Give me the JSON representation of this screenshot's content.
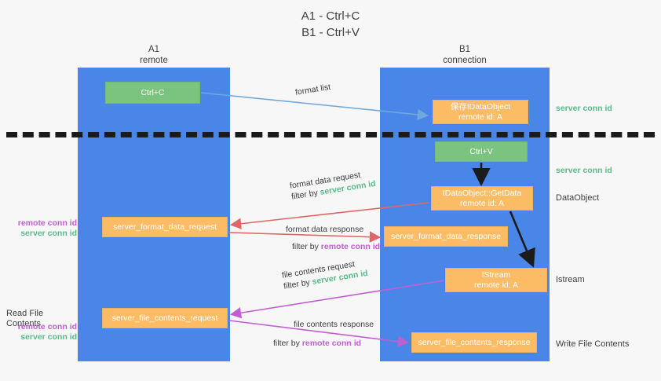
{
  "title": {
    "line1": "A1 - Ctrl+C",
    "line2": "B1 - Ctrl+V"
  },
  "lanes": [
    {
      "id": "A1",
      "name": "A1",
      "subtitle": "remote",
      "color": "#4a86e8"
    },
    {
      "id": "B1",
      "name": "B1",
      "subtitle": "connection",
      "color": "#4a86e8"
    }
  ],
  "colors": {
    "lane": "#4a86e8",
    "green_box": "#7bc47f",
    "orange_box": "#fbbc65",
    "server_conn_id": "#57bb8a",
    "remote_conn_id": "#c15fd0",
    "arrow_blue": "#6fa8dc",
    "arrow_red": "#e06666",
    "arrow_magenta": "#c15fd0",
    "arrow_black": "#1b1b1b",
    "divider": "#1b1b1b",
    "background": "#f7f7f7"
  },
  "nodes": [
    {
      "key": "ctrl_c",
      "line1": "Ctrl+C",
      "line2": "",
      "style": "green"
    },
    {
      "key": "idataobject",
      "line1": "保存IDataObject",
      "line2": "remote id: A",
      "style": "orange"
    },
    {
      "key": "ctrl_v",
      "line1": "Ctrl+V",
      "line2": "",
      "style": "green"
    },
    {
      "key": "getdata",
      "line1": "IDataObject::GetData",
      "line2": "remote id: A",
      "style": "orange"
    },
    {
      "key": "fmt_request",
      "line1": "server_format_data_request",
      "line2": "",
      "style": "orange"
    },
    {
      "key": "fmt_response",
      "line1": "server_format_data_response",
      "line2": "",
      "style": "orange"
    },
    {
      "key": "istream",
      "line1": "IStream",
      "line2": "remote id: A",
      "style": "orange"
    },
    {
      "key": "file_request",
      "line1": "server_file_contents_request",
      "line2": "",
      "style": "orange"
    },
    {
      "key": "file_response",
      "line1": "server_file_contents_response",
      "line2": "",
      "style": "orange"
    }
  ],
  "edge_labels": {
    "format_list": "format list",
    "format_data_request": "format data request",
    "format_data_response": "format data response",
    "file_contents_request": "file contents request",
    "file_contents_response": "file contents response",
    "filter_by": "filter by ",
    "server_conn_id": "server conn id",
    "remote_conn_id": "remote conn id"
  },
  "side_labels": {
    "server_conn_id": "server conn id",
    "remote_conn_id": "remote conn id",
    "data_object": "DataObject",
    "istream": "Istream",
    "write_file_contents": "Write File Contents",
    "read_file_contents": "Read File Contents"
  }
}
